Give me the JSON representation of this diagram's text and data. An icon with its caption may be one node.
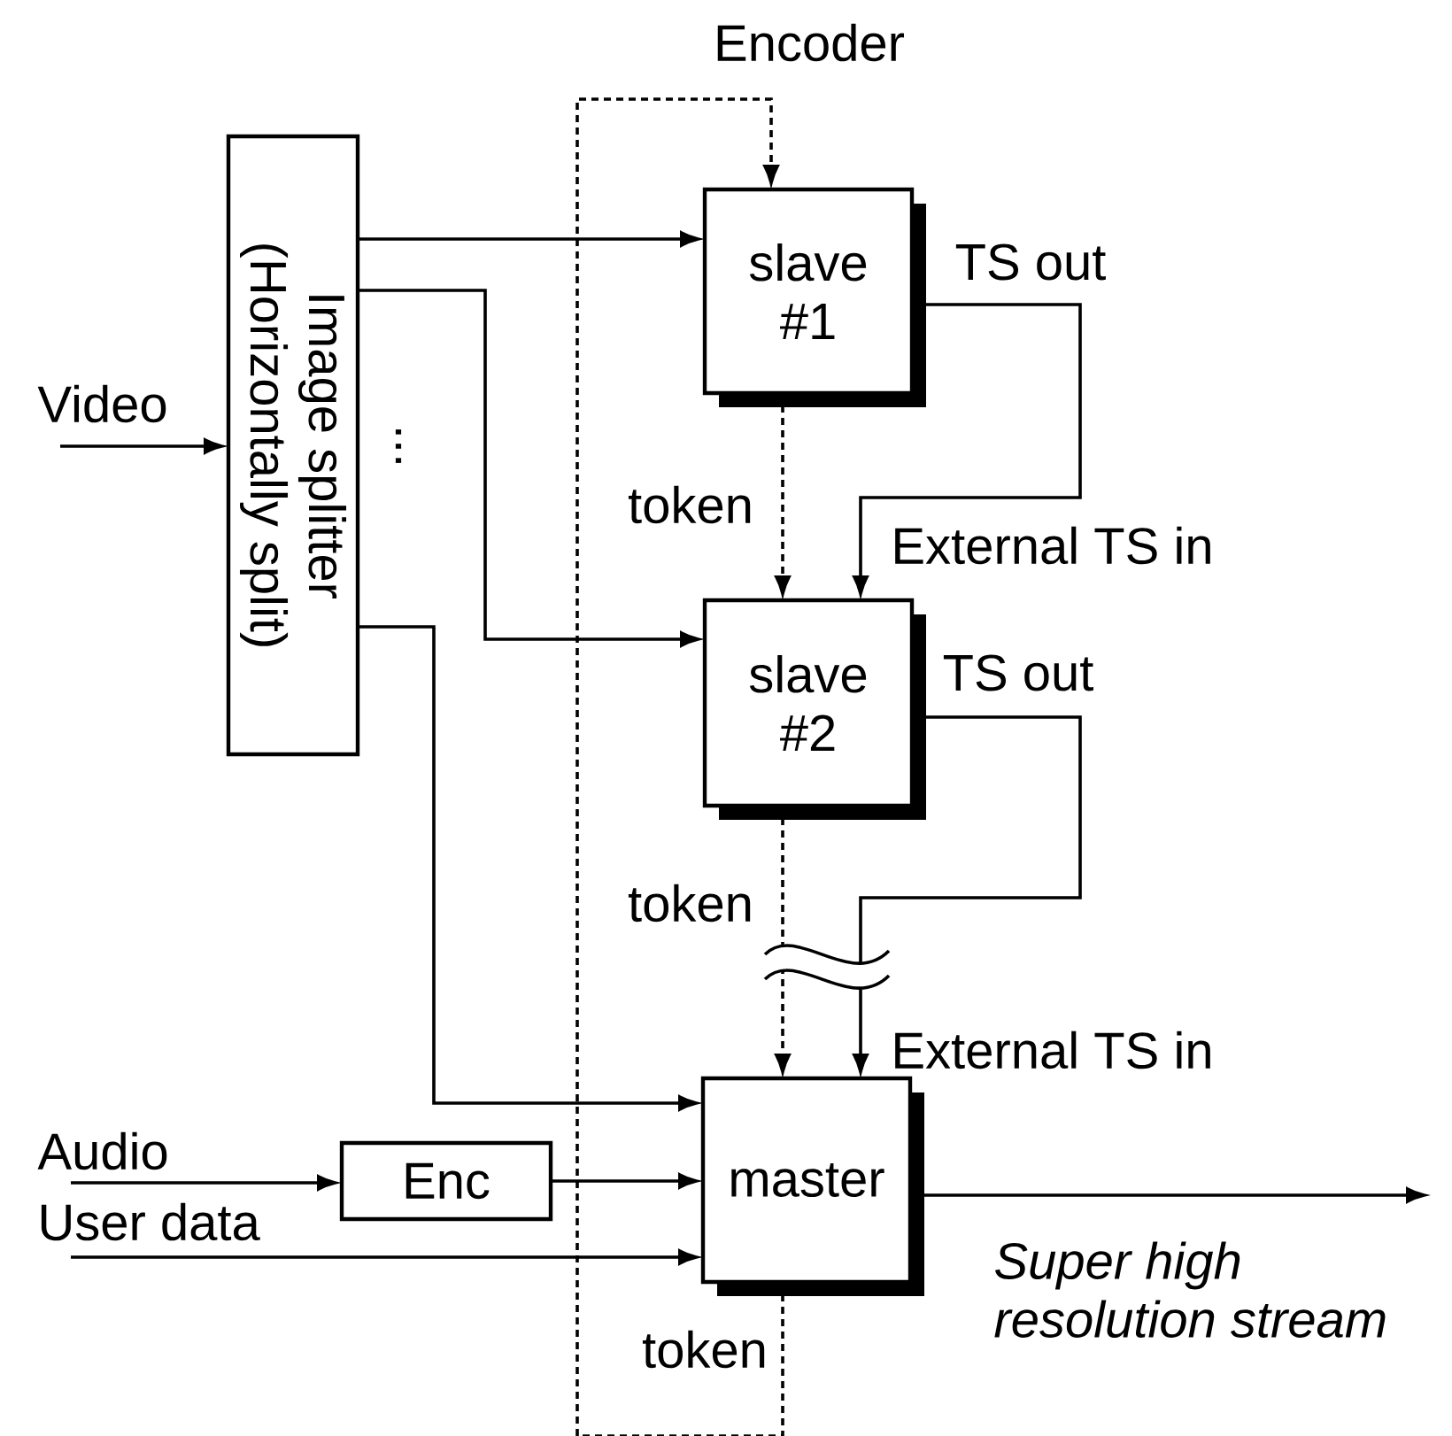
{
  "diagram": {
    "nodes": [
      {
        "text": [
          "Image splitter (Horizontally split)"
        ],
        "beside": [
          "..."
        ]
      },
      {
        "text": [
          "slave #1"
        ]
      },
      {
        "text": [
          "slave #2"
        ]
      },
      {
        "text": [
          "master"
        ]
      },
      {
        "text": [
          "Enc"
        ]
      }
    ],
    "edges": [
      {
        "from": null,
        "to": 0,
        "arrow": "to",
        "label": "Video"
      },
      {
        "from": 0,
        "to": 1,
        "arrow": "to"
      },
      {
        "from": 0,
        "to": 2,
        "arrow": "to"
      },
      {
        "from": 0,
        "to": 3,
        "arrow": "to"
      },
      {
        "from": null,
        "to": 4,
        "arrow": "to",
        "label": "Audio"
      },
      {
        "from": 4,
        "to": 3,
        "arrow": "to"
      },
      {
        "from": null,
        "to": 3,
        "arrow": "to",
        "label": "User data"
      },
      {
        "from": 1,
        "to": 2,
        "arrow": "to",
        "style": "dashed",
        "label": "token"
      },
      {
        "from": 1,
        "to": 2,
        "arrow": "to"
      },
      {
        "from": 2,
        "to": 3,
        "arrow": "to",
        "style": "dashed",
        "label": "token"
      },
      {
        "from": 2,
        "to": 3,
        "arrow": "to"
      },
      {
        "from": 3,
        "to": null,
        "arrow": "to",
        "label": "Super high resolution stream"
      },
      {
        "from": 3,
        "to": 1,
        "arrow": "to",
        "style": "dashed",
        "label": "token"
      }
    ],
    "labels": [
      "Encoder",
      "TS out",
      "External TS in",
      "TS out",
      "External TS in"
    ]
  }
}
